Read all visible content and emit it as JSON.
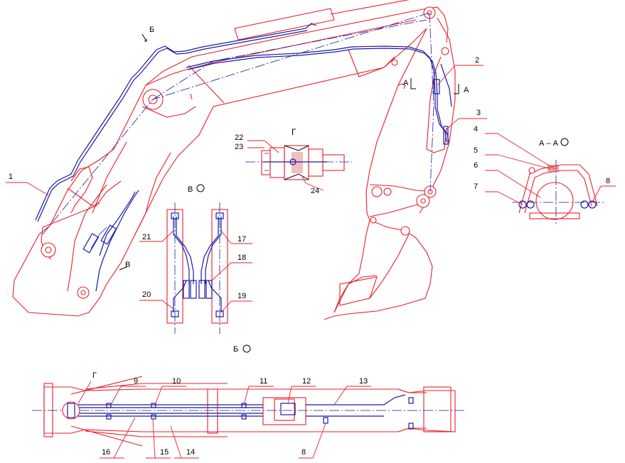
{
  "callouts": [
    "1",
    "2",
    "3",
    "4",
    "5",
    "6",
    "7",
    "8",
    "9",
    "10",
    "11",
    "12",
    "13",
    "14",
    "15",
    "16",
    "17",
    "18",
    "19",
    "20",
    "21",
    "22",
    "23",
    "24",
    "8"
  ],
  "view_labels": {
    "view_b_arrow": "Б",
    "view_v_arrow": "В",
    "section_a_left": "А",
    "section_a_right": "А",
    "view_g_title": "Г",
    "view_v_title": "В",
    "view_b_title": "Б",
    "section_aa_title": "А – А",
    "plan_g_mark": "Г"
  }
}
